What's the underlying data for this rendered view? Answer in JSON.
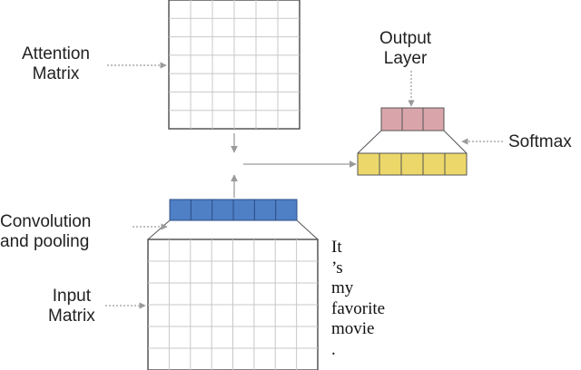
{
  "labels": {
    "attention_matrix": [
      "Attention",
      "Matrix"
    ],
    "output_layer": [
      "Output",
      "Layer"
    ],
    "softmax": "Softmax",
    "convolution_pooling": [
      "Convolution",
      "and pooling"
    ],
    "input_matrix": [
      "Input",
      "Matrix"
    ]
  },
  "input_words": [
    "It",
    "’s",
    "my",
    "favorite",
    "movie",
    "."
  ],
  "colors": {
    "convolution_block": "#4f7fc4",
    "output_block": "#d9a5ab",
    "softmax_block": "#ecd86a",
    "grid_line": "#c8c8c8",
    "arrow": "#9a9a9a"
  },
  "icons": [
    "attention-grid",
    "input-grid",
    "conv-bar",
    "output-bar",
    "softmax-bar"
  ]
}
